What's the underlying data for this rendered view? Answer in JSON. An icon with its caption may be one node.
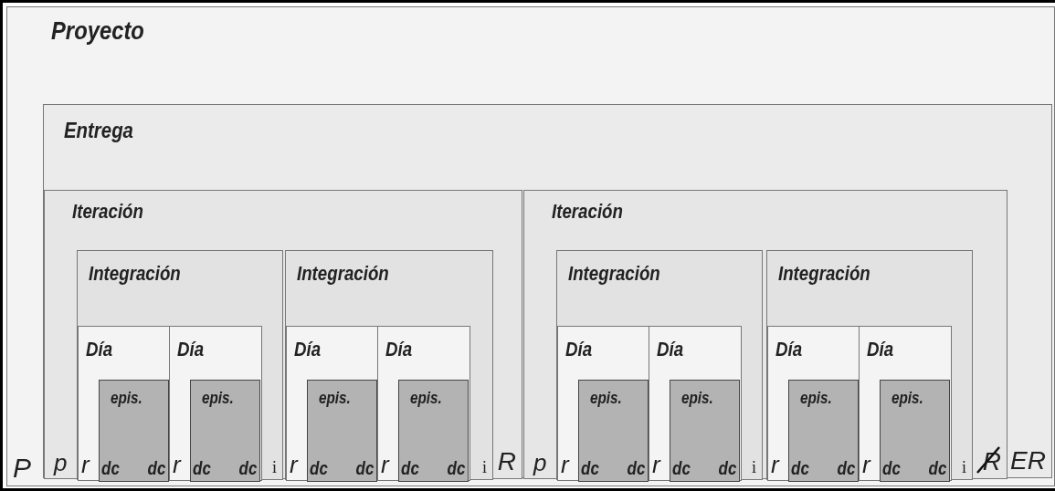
{
  "diagram": {
    "nodes": [
      {
        "text": [
          "Proyecto",
          "P"
        ]
      },
      {
        "text": [
          "Entrega",
          "ER"
        ],
        "in": 0
      },
      {
        "text": [
          "Iteración",
          "p",
          "R"
        ],
        "in": 1
      },
      {
        "text": [
          "Integración",
          "i"
        ],
        "in": 2
      },
      {
        "text": [
          "Día",
          "r"
        ],
        "in": 3
      },
      {
        "text": [
          "epis.",
          "dc",
          "dc"
        ],
        "in": 4
      },
      {
        "text": [
          "Día",
          "r"
        ],
        "in": 3
      },
      {
        "text": [
          "epis.",
          "dc",
          "dc"
        ],
        "in": 6
      },
      {
        "text": [
          "Integración",
          "i"
        ],
        "in": 2
      },
      {
        "text": [
          "Día",
          "r"
        ],
        "in": 8
      },
      {
        "text": [
          "epis.",
          "dc",
          "dc"
        ],
        "in": 9
      },
      {
        "text": [
          "Día",
          "r"
        ],
        "in": 8
      },
      {
        "text": [
          "epis.",
          "dc",
          "dc"
        ],
        "in": 11
      },
      {
        "text": [
          "Iteración",
          "p",
          "R"
        ],
        "in": 1
      },
      {
        "text": [
          "Integración",
          "i"
        ],
        "in": 13
      },
      {
        "text": [
          "Día",
          "r"
        ],
        "in": 14
      },
      {
        "text": [
          "epis.",
          "dc",
          "dc"
        ],
        "in": 15
      },
      {
        "text": [
          "Día",
          "r"
        ],
        "in": 14
      },
      {
        "text": [
          "epis.",
          "dc",
          "dc"
        ],
        "in": 17
      },
      {
        "text": [
          "Integración",
          "i"
        ],
        "in": 13
      },
      {
        "text": [
          "Día",
          "r"
        ],
        "in": 19
      },
      {
        "text": [
          "epis.",
          "dc",
          "dc"
        ],
        "in": 20
      },
      {
        "text": [
          "Día",
          "r"
        ],
        "in": 19
      },
      {
        "text": [
          "epis.",
          "dc",
          "dc"
        ],
        "in": 22
      }
    ]
  }
}
